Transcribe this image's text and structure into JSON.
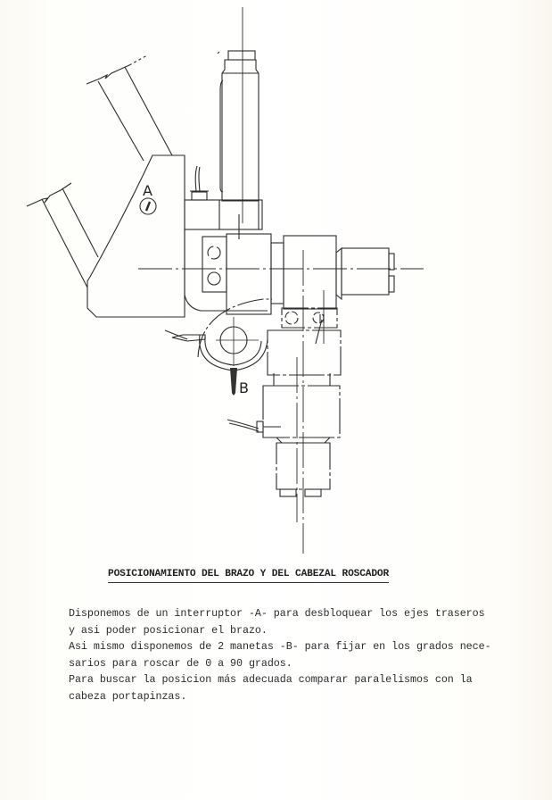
{
  "figure": {
    "labels": {
      "switch": "A",
      "lever": "B"
    },
    "colors": {
      "paper": "#fdfcf8",
      "ink": "#2b2b2b"
    }
  },
  "section": {
    "title": "POSICIONAMIENTO DEL BRAZO Y DEL CABEZAL ROSCADOR",
    "lines": [
      "Disponemos de un interruptor -A- para desbloquear los ejes traseros",
      "y asi poder posicionar el brazo.",
      "Asi mismo disponemos de 2 manetas -B- para fijar en los grados nece-",
      "sarios para roscar de 0 a 90 grados.",
      "Para buscar la posicion más adecuada comparar paralelismos con la",
      "cabeza portapinzas."
    ]
  }
}
